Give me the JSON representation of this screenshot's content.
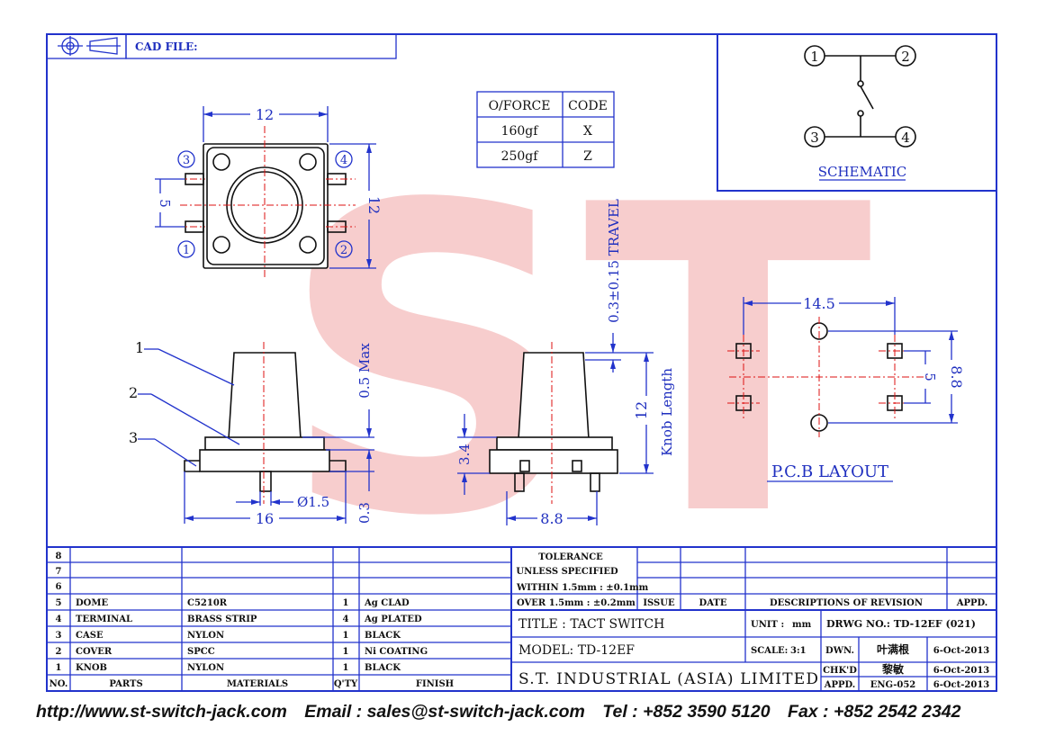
{
  "header": {
    "cad_label": "CAD FILE:",
    "cad_value": ""
  },
  "force_table": {
    "headers": [
      "O/FORCE",
      "CODE"
    ],
    "rows": [
      [
        "160gf",
        "X"
      ],
      [
        "250gf",
        "Z"
      ]
    ]
  },
  "schematic": {
    "title": "SCHEMATIC",
    "pins": [
      "1",
      "2",
      "3",
      "4"
    ]
  },
  "watermark": {
    "text": "ST",
    "color": "#f4b0b0"
  },
  "top_view": {
    "dim_width": "12",
    "dim_height": "12",
    "dim_pin_pitch": "5",
    "pins": [
      "3",
      "4",
      "1",
      "2"
    ]
  },
  "side_view": {
    "callouts": [
      "1",
      "2",
      "3"
    ],
    "dim_max": "0.5 Max",
    "dim_pin_dia": "Ø1.5",
    "dim_width": "16",
    "dim_base": "0.3"
  },
  "front_view": {
    "dim_travel": "0.3±0.15 TRAVEL",
    "dim_knob": "12",
    "knob_label": "Knob Length",
    "dim_body": "3.4",
    "dim_width": "8.8"
  },
  "pcb_layout": {
    "title": "P.C.B LAYOUT",
    "dim_width": "14.5",
    "dim_pitch": "5",
    "dim_height": "8.8"
  },
  "bom": {
    "empty_rows": [
      "8",
      "7",
      "6"
    ],
    "rows": [
      {
        "no": "5",
        "part": "DOME",
        "material": "C5210R",
        "qty": "1",
        "finish": "Ag CLAD"
      },
      {
        "no": "4",
        "part": "TERMINAL",
        "material": "BRASS STRIP",
        "qty": "4",
        "finish": "Ag PLATED"
      },
      {
        "no": "3",
        "part": "CASE",
        "material": "NYLON",
        "qty": "1",
        "finish": "BLACK"
      },
      {
        "no": "2",
        "part": "COVER",
        "material": "SPCC",
        "qty": "1",
        "finish": "Ni COATING"
      },
      {
        "no": "1",
        "part": "KNOB",
        "material": "NYLON",
        "qty": "1",
        "finish": "BLACK"
      }
    ],
    "headers": {
      "no": "NO.",
      "parts": "PARTS",
      "materials": "MATERIALS",
      "qty": "Q'TY",
      "finish": "FINISH"
    }
  },
  "title_block": {
    "tolerance_1": "TOLERANCE",
    "tolerance_2": "UNLESS   SPECIFIED",
    "within": "WITHIN 1.5mm : ±0.1mm",
    "over": "OVER 1.5mm : ±0.2mm",
    "issue": "ISSUE",
    "date": "DATE",
    "descriptions": "DESCRIPTIONS OF REVISION",
    "appd": "APPD.",
    "title": "TITLE : TACT SWITCH",
    "unit_label": "UNIT :",
    "unit_value": "mm",
    "drwg_no": "DRWG NO.: TD-12EF (021)",
    "model": "MODEL: TD-12EF",
    "scale_label": "SCALE:",
    "scale_value": "3:1",
    "company": "S.T. INDUSTRIAL (ASIA) LIMITED",
    "dwn_label": "DWN.",
    "dwn_name": "叶满根",
    "dwn_date": "6-Oct-2013",
    "chkd_label": "CHK'D",
    "chkd_name": "黎敏",
    "chkd_date": "6-Oct-2013",
    "appd_label": "APPD.",
    "appd_name": "ENG-052",
    "appd_date": "6-Oct-2013"
  },
  "footer": {
    "url": "http://www.st-switch-jack.com",
    "email": "Email : sales@st-switch-jack.com",
    "tel": "Tel : +852 3590 5120",
    "fax": "Fax : +852 2542 2342"
  }
}
